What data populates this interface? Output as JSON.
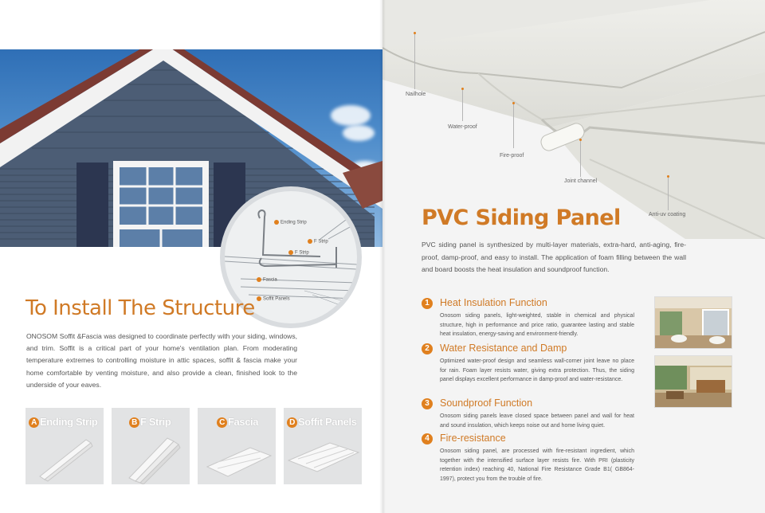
{
  "left_page": {
    "diagram_labels": {
      "a": "A",
      "ending_strip": "Ending Strip",
      "b": "B",
      "f_strip_top": "F Strip",
      "f_strip": "F Strip",
      "c": "C",
      "fascia": "Fascia",
      "d": "D",
      "soffit_panels": "Soffit Panels"
    },
    "title": "To Install The Structure",
    "body": "ONOSOM Soffit &Fascia was designed to coordinate perfectly with your siding, windows, and trim. Soffit is a critical part of your home's ventilation plan. From moderating temperature extremes to controlling moisture in attic spaces, soffit & fascia make your home comfortable by venting moisture, and also provide a clean, finished look to the underside of your eaves.",
    "products": [
      {
        "letter": "A",
        "name": "Ending Strip"
      },
      {
        "letter": "B",
        "name": "F Strip"
      },
      {
        "letter": "C",
        "name": "Fascia"
      },
      {
        "letter": "D",
        "name": "Soffit Panels"
      }
    ]
  },
  "right_page": {
    "callouts": {
      "nailhole": "Nailhole",
      "water_proof": "Water-proof",
      "fire_proof": "Fire-proof",
      "joint_channel": "Joint channel",
      "anti_uv": "Anti-uv coating"
    },
    "title": "PVC Siding Panel",
    "intro": "PVC siding panel is synthesized by multi-layer materials, extra-hard, anti-aging, fire-proof, damp-proof, and easy to install. The application of foam filling between the wall and board boosts the heat insulation and soundproof function.",
    "features": [
      {
        "num": "1",
        "title": "Heat Insulation Function",
        "body": "Onosom siding panels, light-weighted, stable in chemical and physical structure, high in performance and price ratio, guarantee lasting and stable heat insulation, energy-saving and environment-friendly."
      },
      {
        "num": "2",
        "title": "Water Resistance and Damp",
        "body": "Optimized water-proof design and seamless wall-corner joint leave no place for rain. Foam layer resists water, giving extra protection. Thus, the siding panel displays excellent performance in damp-proof and water-resistance."
      },
      {
        "num": "3",
        "title": "Soundproof Function",
        "body": "Onosom siding panels leave closed space between panel and wall for heat and sound insulation, which keeps noise out and home living quiet."
      },
      {
        "num": "4",
        "title": "Fire-resistance",
        "body": "Onosom siding panel, are processed with fire-resistant ingredient, which together with the intensified surface layer resists fire. With PRI (plasticity retention index) reaching 40, National Fire Resistance Grade B1( GB864-1997), protect you from the trouble of fire."
      }
    ]
  },
  "colors": {
    "accent": "#d07a26",
    "badge": "#e0801e",
    "siding_blue": "#4f6178"
  }
}
